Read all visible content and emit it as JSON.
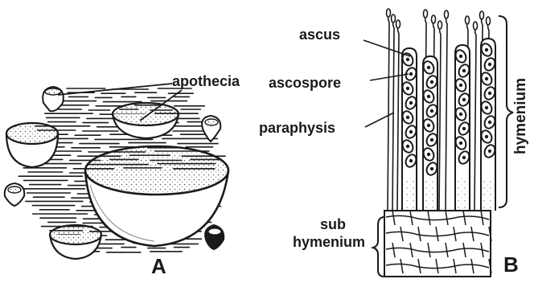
{
  "figure": {
    "panel_a": {
      "letter": "A",
      "labels": {
        "apothecia": "apothecia"
      }
    },
    "panel_b": {
      "letter": "B",
      "labels": {
        "ascus": "ascus",
        "ascospore": "ascospore",
        "paraphysis": "paraphysis",
        "hymenium": "hymenium",
        "subhymenium_line1": "sub",
        "subhymenium_line2": "hymenium"
      }
    },
    "colors": {
      "ink": "#1a1a1a",
      "paper": "#ffffff",
      "stipple": "#555555"
    }
  }
}
